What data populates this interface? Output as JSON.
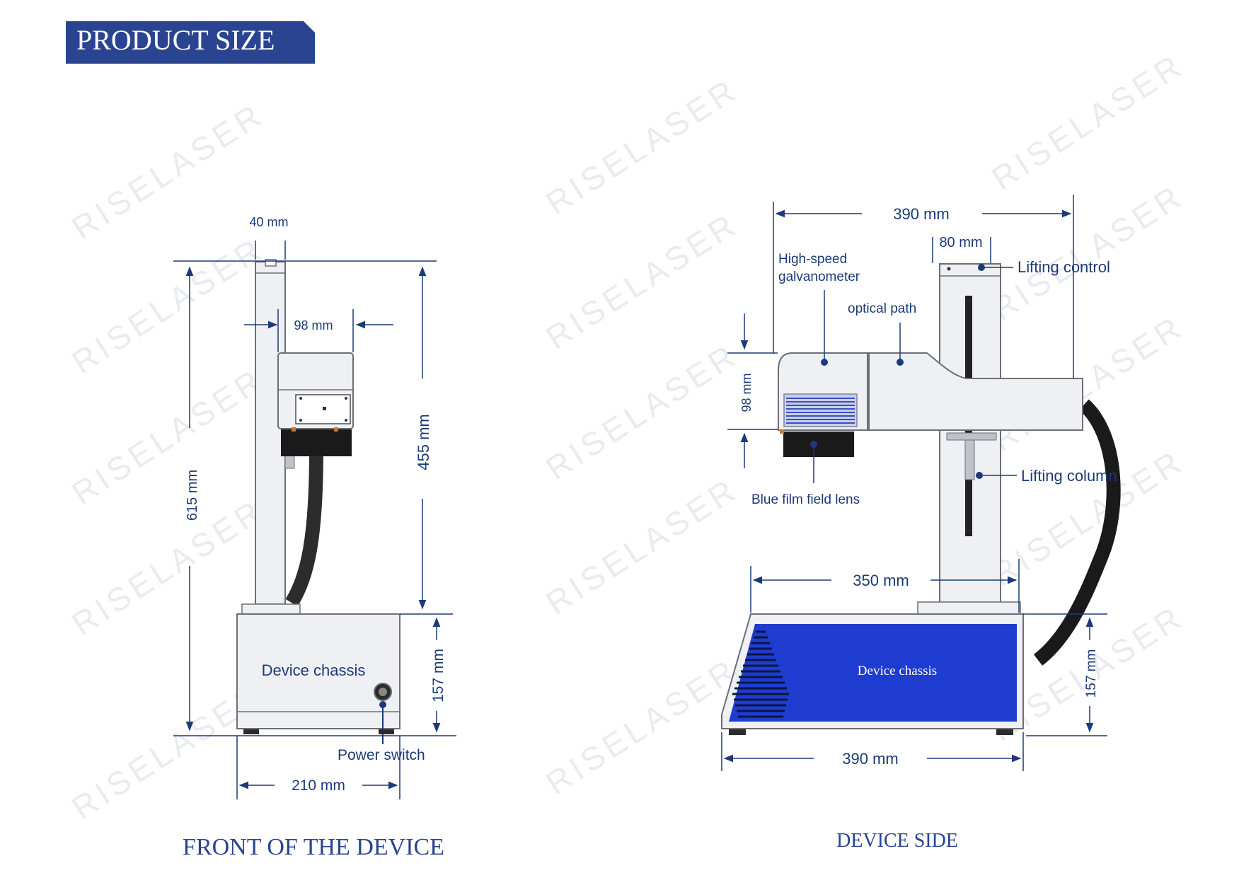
{
  "header": {
    "title": "PRODUCT SIZE"
  },
  "watermark": {
    "text": "RISELASER"
  },
  "front_view": {
    "caption": "FRONT OF THE DEVICE",
    "dims": {
      "top_width": "40 mm",
      "head_width": "98 mm",
      "total_height": "615 mm",
      "column_height": "455 mm",
      "chassis_height": "157 mm",
      "base_width": "210 mm"
    },
    "labels": {
      "chassis": "Device chassis",
      "power_switch": "Power  switch"
    }
  },
  "side_view": {
    "caption": "DEVICE SIDE",
    "dims": {
      "top_width": "390 mm",
      "column_width": "80 mm",
      "head_height": "98 mm",
      "inner_width": "350 mm",
      "chassis_height": "157 mm",
      "base_width": "390 mm"
    },
    "labels": {
      "galvanometer_line1": "High-speed",
      "galvanometer_line2": "galvanometer",
      "optical_path": "optical path",
      "lifting_control": "Lifting control",
      "lifting_column": "Lifting column",
      "lens": "Blue film field  lens",
      "chassis": "Device  chassis"
    }
  },
  "colors": {
    "brand_blue": "#2a4491",
    "dimension_navy": "#1c3a78",
    "chassis_blue": "#1e3ccf",
    "body_gray": "#eef0f3",
    "outline_gray": "#6b6f77"
  }
}
